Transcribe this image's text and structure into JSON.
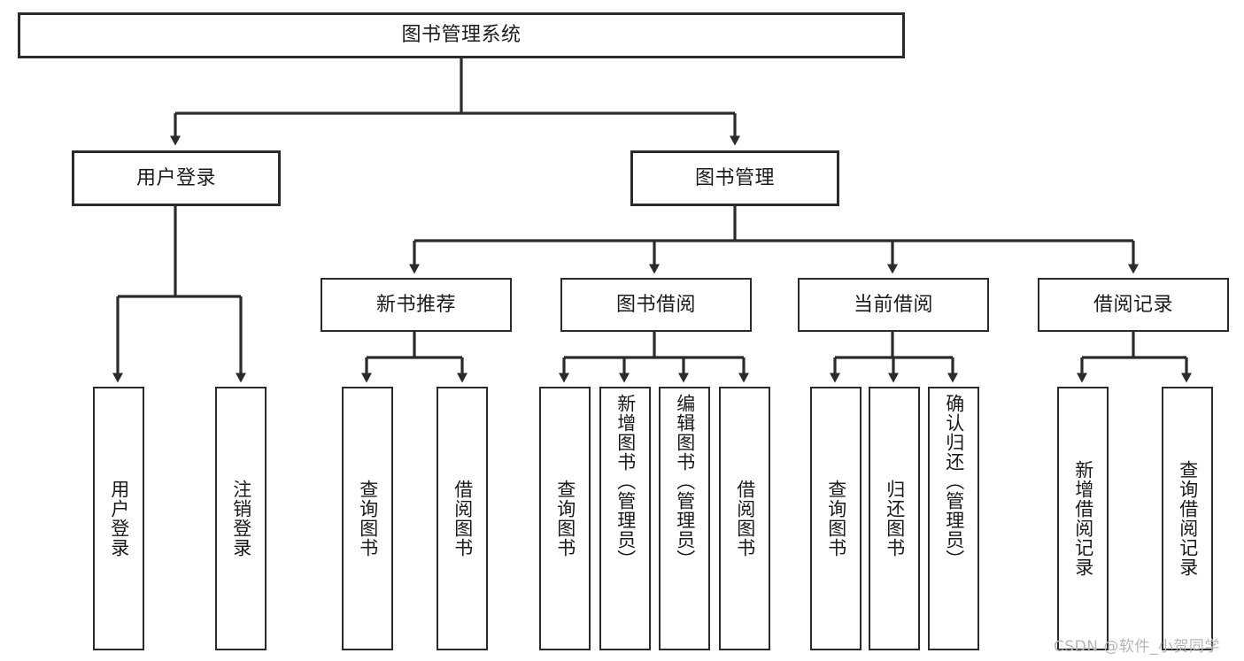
{
  "diagram": {
    "type": "tree-hierarchy-chart",
    "title": "图书管理系统",
    "line_color": "#2b2b2b",
    "text_color": "#1a1a1a",
    "background": "#ffffff",
    "nodes": {
      "root": {
        "label": "图书管理系统",
        "level": 0,
        "orientation": "horizontal"
      },
      "user_login": {
        "label": "用户登录",
        "level": 1,
        "orientation": "horizontal"
      },
      "book_mgmt": {
        "label": "图书管理",
        "level": 1,
        "orientation": "horizontal"
      },
      "new_book_rec": {
        "label": "新书推荐",
        "level": 2,
        "orientation": "horizontal"
      },
      "book_borrow": {
        "label": "图书借阅",
        "level": 2,
        "orientation": "horizontal"
      },
      "current_borrow": {
        "label": "当前借阅",
        "level": 2,
        "orientation": "horizontal"
      },
      "borrow_record": {
        "label": "借阅记录",
        "level": 2,
        "orientation": "horizontal"
      },
      "leaf_user_login": {
        "label": "用户登录",
        "level": 3,
        "orientation": "vertical"
      },
      "leaf_logout": {
        "label": "注销登录",
        "level": 3,
        "orientation": "vertical"
      },
      "leaf_query_book_1": {
        "label": "查询图书",
        "level": 3,
        "orientation": "vertical"
      },
      "leaf_borrow_book_1": {
        "label": "借阅图书",
        "level": 3,
        "orientation": "vertical"
      },
      "leaf_query_book_2": {
        "label": "查询图书",
        "level": 3,
        "orientation": "vertical"
      },
      "leaf_add_book": {
        "label": "新增图书（管理员）",
        "level": 3,
        "orientation": "vertical"
      },
      "leaf_edit_book": {
        "label": "编辑图书（管理员）",
        "level": 3,
        "orientation": "vertical"
      },
      "leaf_borrow_book_2": {
        "label": "借阅图书",
        "level": 3,
        "orientation": "vertical"
      },
      "leaf_query_book_3": {
        "label": "查询图书",
        "level": 3,
        "orientation": "vertical"
      },
      "leaf_return_book": {
        "label": "归还图书",
        "level": 3,
        "orientation": "vertical"
      },
      "leaf_confirm_return": {
        "label": "确认归还（管理员）",
        "level": 3,
        "orientation": "vertical"
      },
      "leaf_add_record": {
        "label": "新增借阅记录",
        "level": 3,
        "orientation": "vertical"
      },
      "leaf_query_record": {
        "label": "查询借阅记录",
        "level": 3,
        "orientation": "vertical"
      }
    },
    "edges": [
      {
        "from": "root",
        "to": "user_login"
      },
      {
        "from": "root",
        "to": "book_mgmt"
      },
      {
        "from": "book_mgmt",
        "to": "new_book_rec"
      },
      {
        "from": "book_mgmt",
        "to": "book_borrow"
      },
      {
        "from": "book_mgmt",
        "to": "current_borrow"
      },
      {
        "from": "book_mgmt",
        "to": "borrow_record"
      },
      {
        "from": "user_login",
        "to": "leaf_user_login"
      },
      {
        "from": "user_login",
        "to": "leaf_logout"
      },
      {
        "from": "new_book_rec",
        "to": "leaf_query_book_1"
      },
      {
        "from": "new_book_rec",
        "to": "leaf_borrow_book_1"
      },
      {
        "from": "book_borrow",
        "to": "leaf_query_book_2"
      },
      {
        "from": "book_borrow",
        "to": "leaf_add_book"
      },
      {
        "from": "book_borrow",
        "to": "leaf_edit_book"
      },
      {
        "from": "book_borrow",
        "to": "leaf_borrow_book_2"
      },
      {
        "from": "current_borrow",
        "to": "leaf_query_book_3"
      },
      {
        "from": "current_borrow",
        "to": "leaf_return_book"
      },
      {
        "from": "current_borrow",
        "to": "leaf_confirm_return"
      },
      {
        "from": "borrow_record",
        "to": "leaf_add_record"
      },
      {
        "from": "borrow_record",
        "to": "leaf_query_record"
      }
    ]
  },
  "watermark": {
    "text": "CSDN @软件_小贺同学"
  }
}
